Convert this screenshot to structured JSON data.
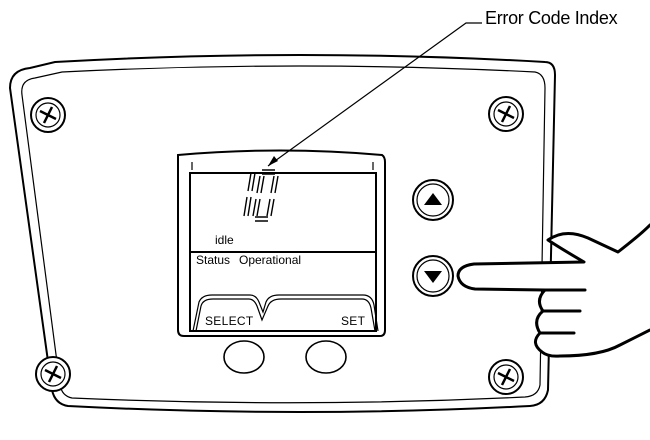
{
  "callout": {
    "label": "Error Code Index"
  },
  "display": {
    "digits": "10",
    "mode": "idle",
    "status_label": "Status",
    "status_value": "Operational"
  },
  "softkeys": {
    "left": "SELECT",
    "right": "SET"
  },
  "buttons": {
    "up_icon": "triangle-up-icon",
    "down_icon": "triangle-down-icon"
  },
  "screws": {
    "icon": "phillips-screw-icon"
  },
  "pointer": {
    "icon": "pointing-hand-icon"
  }
}
